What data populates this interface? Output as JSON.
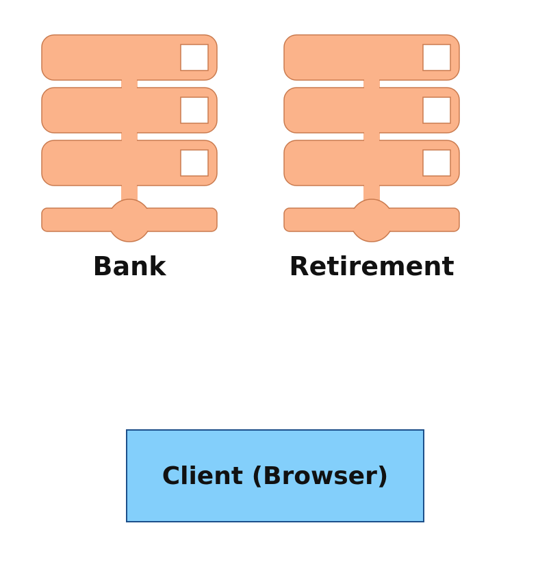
{
  "servers": [
    {
      "label": "Bank",
      "rack_slots": 3
    },
    {
      "label": "Retirement",
      "rack_slots": 3
    }
  ],
  "client": {
    "label": "Client (Browser)"
  },
  "colors": {
    "server_fill": "#fbb38a",
    "server_stroke": "#c97a4e",
    "slot_fill": "#ffffff",
    "client_fill": "#83cffb",
    "client_stroke": "#1c4f8a",
    "text": "#111111",
    "background": "#ffffff"
  }
}
